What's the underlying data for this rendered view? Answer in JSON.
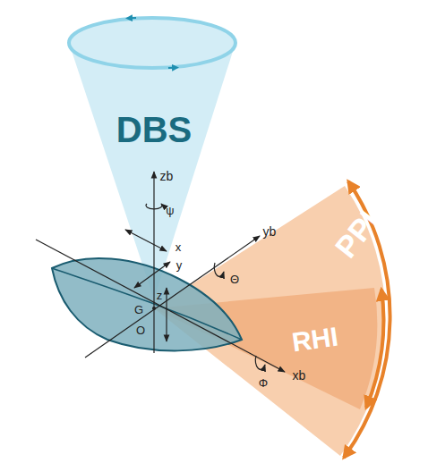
{
  "diagram": {
    "labels": [
      "DBS",
      "zb",
      "ψ",
      "x",
      "y",
      "yb",
      "Θ",
      "z",
      "G",
      "O",
      "PPI",
      "RHI",
      "xb",
      "Φ"
    ]
  }
}
